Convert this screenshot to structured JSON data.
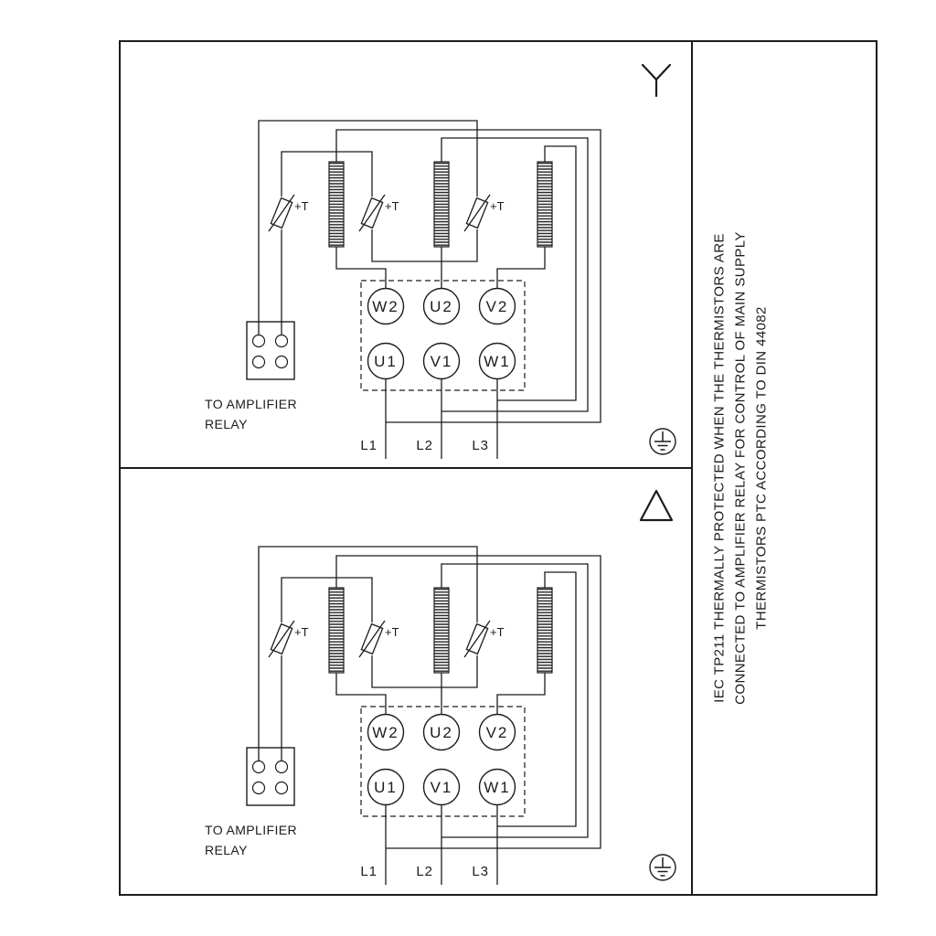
{
  "page": {
    "background": "#ffffff",
    "line_color": "#1c1c1c"
  },
  "side_note": {
    "lines": [
      "IEC TP211 THERMALLY PROTECTED WHEN THE THERMISTORS ARE",
      "CONNECTED TO AMPLIFIER RELAY FOR CONTROL OF MAIN SUPPLY",
      "THERMISTORS PTC ACCORDING TO DIN 44082"
    ]
  },
  "panels": [
    {
      "name": "star-connection",
      "symbol": "star-wye",
      "ground_icon": "protective-earth",
      "terminal_rows": {
        "top": [
          "W2",
          "U2",
          "V2"
        ],
        "bottom": [
          "U1",
          "V1",
          "W1"
        ]
      },
      "thermistor_label": "+T",
      "relay_note": [
        "TO AMPLIFIER",
        "RELAY"
      ],
      "supply_labels": [
        "L1",
        "L2",
        "L3"
      ]
    },
    {
      "name": "delta-connection",
      "symbol": "delta-triangle",
      "ground_icon": "protective-earth",
      "terminal_rows": {
        "top": [
          "W2",
          "U2",
          "V2"
        ],
        "bottom": [
          "U1",
          "V1",
          "W1"
        ]
      },
      "thermistor_label": "+T",
      "relay_note": [
        "TO AMPLIFIER",
        "RELAY"
      ],
      "supply_labels": [
        "L1",
        "L2",
        "L3"
      ]
    }
  ]
}
